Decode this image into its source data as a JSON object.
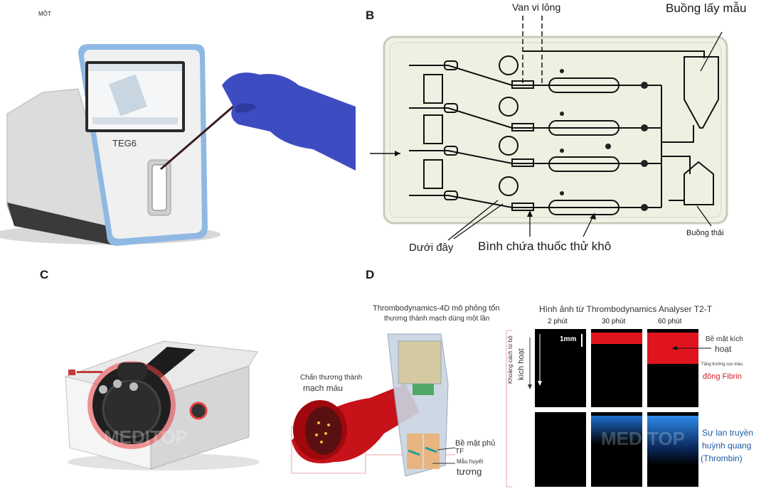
{
  "panels": {
    "a": {
      "label": "MỘT",
      "device_name": "TEG6"
    },
    "b": {
      "label": "B",
      "valve": "Van vi lỏng",
      "sample_chamber": "Buồng lấy mẫu",
      "bottom_left": "Dưới đây",
      "dry_reagent": "Bình chứa thuốc thử khô",
      "waste_chamber": "Buồng thải"
    },
    "c": {
      "label": "C",
      "watermark": "MEDITOP"
    },
    "d": {
      "label": "D",
      "sim_title_1": "Thrombodynamics-4D mô phỏng tổn",
      "sim_title_2": "thương thành mạch dùng một lần",
      "vessel_label_1": "Chấn thương thành",
      "vessel_label_2": "mạch máu",
      "tf_label_1": "Bề mặt phủ",
      "tf_label_2": "TF",
      "plasma_label_1": "Mẫu huyết",
      "plasma_label_2": "tương",
      "analyser_title": "Hình ảnh từ Thrombodynamics Analyser T2-T",
      "times": [
        "2 phút",
        "30 phút",
        "60 phút"
      ],
      "scale": "1mm",
      "axis_label_1": "Khoảng cách từ bộ",
      "axis_label_2": "kích hoạt",
      "activator_1": "Bề mặt kích",
      "activator_2": "hoạt",
      "growth_small": "Tăng trưởng cục máu",
      "fibrin": "đông Fibrin",
      "fluor_1": "Sự lan truyền",
      "fluor_2": "huỳnh quang",
      "thrombin": "(Thrombin)",
      "watermark": "MEDITOP"
    }
  },
  "colors": {
    "red": "#e0141e",
    "blue": "#1b5aa8",
    "device_blue": "#8fb9e3"
  }
}
